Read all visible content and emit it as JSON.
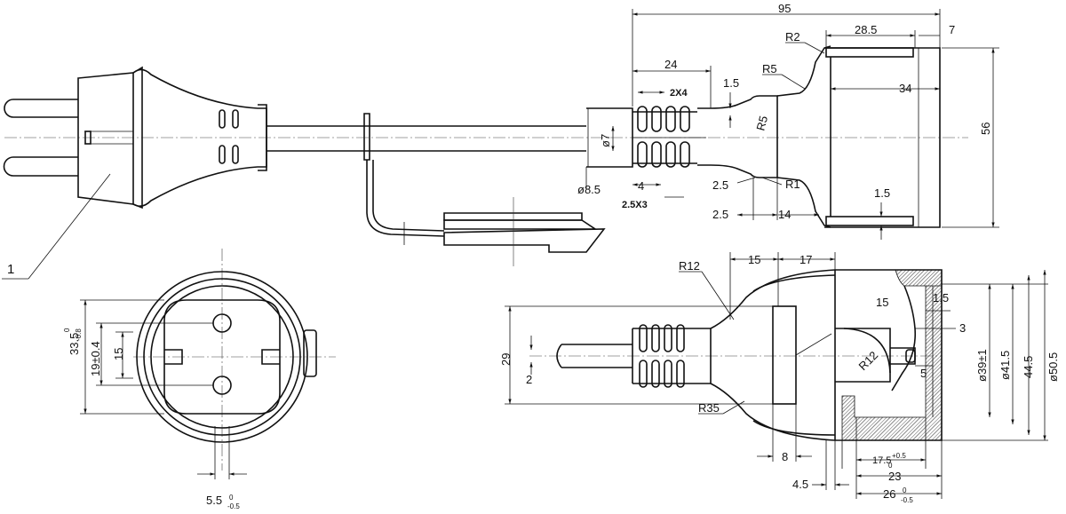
{
  "callout": {
    "number": "1"
  },
  "top_view": {
    "overall_length": "95",
    "grip_length": "24",
    "socket_front": "28.5",
    "lip": "7",
    "socket_body": "34",
    "height": "56",
    "radius_2": "R2",
    "radius_5_upper": "R5",
    "radius_5_mid": "R5",
    "radius_1": "R1",
    "ring_spacing": "2X4",
    "ring_pitch": "2.5X3",
    "step_top": "1.5",
    "step_bottom": "1.5",
    "cable_dia": "ø7",
    "cable_outer_dia": "ø8.5",
    "segment_4": "4",
    "step_2_5_upper": "2.5",
    "step_2_5_lower": "2.5",
    "neck_14": "14"
  },
  "socket_face_view": {
    "height_label": "33.5",
    "height_tol_top": "0",
    "height_tol_bottom": "-0.8",
    "pin_spacing": "19±0.4",
    "inner_15": "15",
    "slot_label": "5.5",
    "slot_tol_top": "0",
    "slot_tol_bottom": "-0.5"
  },
  "side_view": {
    "radius_12_outer": "R12",
    "radius_12_inner": "R12",
    "radius_35": "R35",
    "seg_15": "15",
    "seg_17": "17",
    "depth_15": "15",
    "depth_1_5": "1.5",
    "depth_3": "3",
    "depth_5": "5",
    "height_29": "29",
    "cable_2": "2",
    "dia_39": "ø39±1",
    "dia_41_5": "ø41.5",
    "dia_44_5": "44.5",
    "dia_50_5": "ø50.5",
    "width_8": "8",
    "width_4_5": "4.5",
    "width_17_5": "17.5",
    "width_17_5_tol_top": "+0.5",
    "width_17_5_tol_bottom": "0",
    "width_23": "23",
    "width_26": "26",
    "width_26_tol_top": "0",
    "width_26_tol_bottom": "-0.5"
  }
}
